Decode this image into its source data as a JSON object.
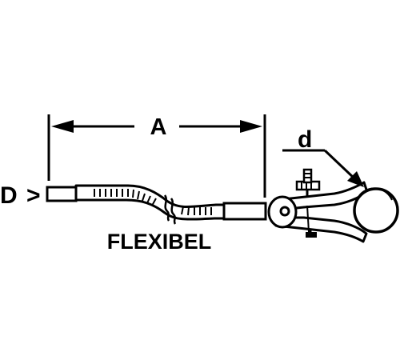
{
  "labels": {
    "dimension_a": "A",
    "inner_diameter_d": "d",
    "outer_diameter_D": "D",
    "direction_mark": ">",
    "type": "FLEXIBEL"
  },
  "colors": {
    "ink": "#000000",
    "paper": "#ffffff"
  }
}
